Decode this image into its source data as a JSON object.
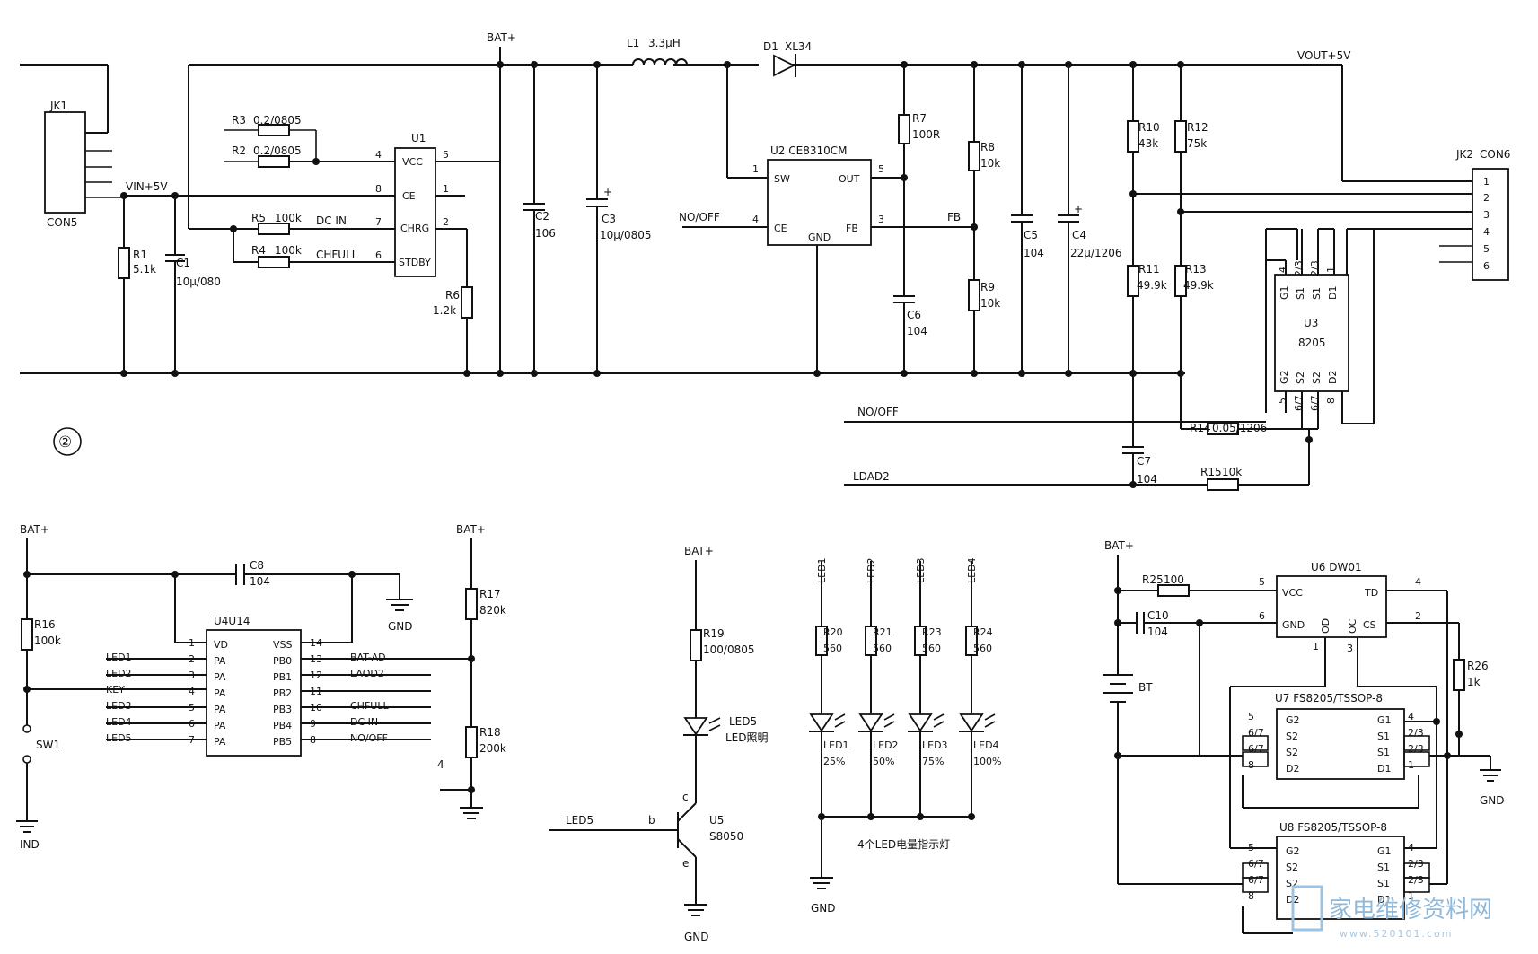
{
  "section_marker": "②",
  "nets": {
    "bat": "BAT+",
    "vin": "VIN+5V",
    "vout": "VOUT+5V",
    "no_off": "NO/OFF",
    "fb": "FB",
    "dc_in": "DC IN",
    "chfull": "CHFULL",
    "ldad2": "LDAD2",
    "gnd": "GND",
    "ind": "IND"
  },
  "connectors": {
    "jk1_ref": "JK1",
    "jk1_type": "CON5",
    "jk2_ref": "JK2",
    "jk2_type": "CON6",
    "jk2_pins": [
      "1",
      "2",
      "3",
      "4",
      "5",
      "6"
    ]
  },
  "parts": {
    "R1": [
      "R1",
      "5.1k"
    ],
    "C1": [
      "C1",
      "10μ/080"
    ],
    "R2": [
      "R2",
      "0.2/0805"
    ],
    "R3": [
      "R3",
      "0.2/0805"
    ],
    "R4": [
      "R4",
      "100k"
    ],
    "R5": [
      "R5",
      "100k"
    ],
    "R6": [
      "R6",
      "1.2k"
    ],
    "C2": [
      "C2",
      "106"
    ],
    "C3": [
      "C3",
      "10μ/0805"
    ],
    "L1": [
      "L1",
      "3.3μH"
    ],
    "D1": [
      "D1",
      "XL34"
    ],
    "R7": [
      "R7",
      "100R"
    ],
    "C6": [
      "C6",
      "104"
    ],
    "R8": [
      "R8",
      "10k"
    ],
    "R9": [
      "R9",
      "10k"
    ],
    "C5": [
      "C5",
      "104"
    ],
    "C4": [
      "C4",
      "22μ/1206"
    ],
    "R10": [
      "R10",
      "43k"
    ],
    "R11": [
      "R11",
      "49.9k"
    ],
    "R12": [
      "R12",
      "75k"
    ],
    "R13": [
      "R13",
      "49.9k"
    ],
    "R14": [
      "R14",
      "0.05/1206"
    ],
    "R15": [
      "R15",
      "10k"
    ],
    "C7": [
      "C7",
      "104"
    ],
    "C8": [
      "C8",
      "104"
    ],
    "R16": [
      "R16",
      "100k"
    ],
    "SW1": [
      "SW1"
    ],
    "R17": [
      "R17",
      "820k"
    ],
    "R18": [
      "R18",
      "200k"
    ],
    "R19": [
      "R19",
      "100/0805"
    ],
    "R20": [
      "R20",
      "560"
    ],
    "R21": [
      "R21",
      "560"
    ],
    "R23": [
      "R23",
      "560"
    ],
    "R24": [
      "R24",
      "560"
    ],
    "R25": [
      "R25",
      "100"
    ],
    "C10": [
      "C10",
      "104"
    ],
    "R26": [
      "R26",
      "1k"
    ],
    "BT": [
      "BT"
    ]
  },
  "ics": {
    "U1": {
      "ref": "U1",
      "left_pins": [
        [
          "4",
          "VCC"
        ],
        [
          "8",
          "CE"
        ],
        [
          "7",
          "CHRG"
        ],
        [
          "6",
          "STDBY"
        ]
      ],
      "right_pins": [
        "5",
        "1",
        "2"
      ]
    },
    "U2": {
      "ref": "U2 CE8310CM",
      "pins": [
        [
          "1",
          "SW"
        ],
        [
          "4",
          "CE"
        ],
        [
          "5",
          "OUT"
        ],
        [
          "3",
          "FB"
        ]
      ],
      "gnd": "GND"
    },
    "U3": {
      "ref": "U3",
      "part": "8205",
      "top_nums": [
        "4",
        "2/3",
        "2/3",
        "1"
      ],
      "top_names": [
        "G1",
        "S1",
        "S1",
        "D1"
      ],
      "bot_names": [
        "G2",
        "S2",
        "S2",
        "D2"
      ],
      "bot_nums": [
        "5",
        "6/7",
        "6/7",
        "8"
      ]
    },
    "U4": {
      "ref": "U4U14",
      "left": [
        [
          "1",
          "VD",
          ""
        ],
        [
          "2",
          "PA",
          "LED1"
        ],
        [
          "3",
          "PA",
          "LED2"
        ],
        [
          "4",
          "PA",
          "KEY"
        ],
        [
          "5",
          "PA",
          "LED3"
        ],
        [
          "6",
          "PA",
          "LED4"
        ],
        [
          "7",
          "PA",
          "LED5"
        ]
      ],
      "right": [
        [
          "14",
          "VSS",
          ""
        ],
        [
          "13",
          "PB0",
          "BAT-AD"
        ],
        [
          "12",
          "PB1",
          "LAOD2"
        ],
        [
          "11",
          "PB2",
          ""
        ],
        [
          "10",
          "PB3",
          "CHFULL"
        ],
        [
          "9",
          "PB4",
          "DC IN"
        ],
        [
          "8",
          "PB5",
          "NO/OFF"
        ]
      ]
    },
    "U5": {
      "ref": "U5",
      "part": "S8050",
      "b": "b",
      "c": "c",
      "e": "e",
      "base_net": "LED5"
    },
    "U6": {
      "ref": "U6 DW01",
      "left": [
        [
          "5",
          "VCC"
        ],
        [
          "6",
          "GND"
        ]
      ],
      "right": [
        [
          "4",
          "TD"
        ],
        [
          "2",
          "CS"
        ]
      ],
      "bottom": [
        [
          "1",
          "OD"
        ],
        [
          "3",
          "OC"
        ]
      ]
    },
    "U7": {
      "ref": "U7 FS8205/TSSOP-8",
      "left": [
        [
          "5",
          "G2"
        ],
        [
          "6/7",
          "S2"
        ],
        [
          "6/7",
          "S2"
        ],
        [
          "8",
          "D2"
        ]
      ],
      "right": [
        [
          "4",
          "G1"
        ],
        [
          "2/3",
          "S1"
        ],
        [
          "2/3",
          "S1"
        ],
        [
          "1",
          "D1"
        ]
      ]
    },
    "U8": {
      "ref": "U8 FS8205/TSSOP-8",
      "left": [
        [
          "5",
          "G2"
        ],
        [
          "6/7",
          "S2"
        ],
        [
          "6/7",
          "S2"
        ],
        [
          "8",
          "D2"
        ]
      ],
      "right": [
        [
          "4",
          "G1"
        ],
        [
          "2/3",
          "S1"
        ],
        [
          "2/3",
          "S1"
        ],
        [
          "1",
          "D1"
        ]
      ]
    }
  },
  "leds": {
    "lighting": {
      "ref": "LED5",
      "note": "LED照明"
    },
    "indicators": [
      {
        "net": "LED1",
        "label": "LED1",
        "level": "25%"
      },
      {
        "net": "LED2",
        "label": "LED2",
        "level": "50%"
      },
      {
        "net": "LED3",
        "label": "LED3",
        "level": "75%"
      },
      {
        "net": "LED4",
        "label": "LED4",
        "level": "100%"
      }
    ],
    "caption": "4个LED电量指示灯"
  },
  "stray": {
    "pin4": "4"
  },
  "watermark": {
    "text": "家电维修资料网",
    "url": "www.520101.com"
  }
}
